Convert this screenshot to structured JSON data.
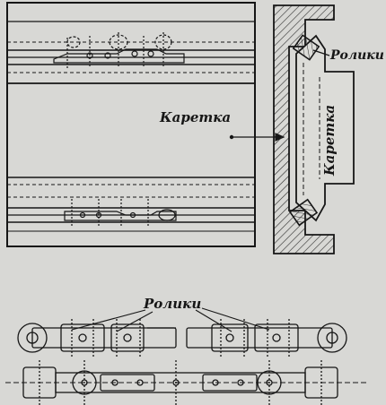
{
  "labels": {
    "carriage_left": "Каретка",
    "carriage_section": "Каретка",
    "rollers_section": "Ролики",
    "rollers_chain": "Ролики"
  },
  "colors": {
    "ink": "#161616",
    "paper": "#d8d8d5",
    "hatch": "#2a2a2a"
  }
}
